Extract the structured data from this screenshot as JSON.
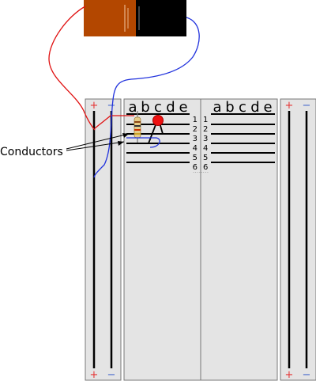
{
  "callout": {
    "label": "Conductors"
  },
  "rails": {
    "plus": "+",
    "minus": "−"
  },
  "terminal_block": {
    "left_columns": [
      "a",
      "b",
      "c",
      "d",
      "e"
    ],
    "right_columns": [
      "a",
      "b",
      "c",
      "d",
      "e"
    ],
    "rows": [
      "1",
      "2",
      "3",
      "4",
      "5",
      "6"
    ],
    "continuation": "........"
  },
  "colors": {
    "battery_positive": "#b34700",
    "battery_negative": "#000000",
    "wire_positive": "#e01010",
    "wire_negative": "#2233dd",
    "led": "#ee1111",
    "resistor": "#e6cc88",
    "panel": "#e4e4e4",
    "panel_border": "#777777",
    "rail_plus": "#e53333",
    "rail_minus": "#4466cc"
  }
}
